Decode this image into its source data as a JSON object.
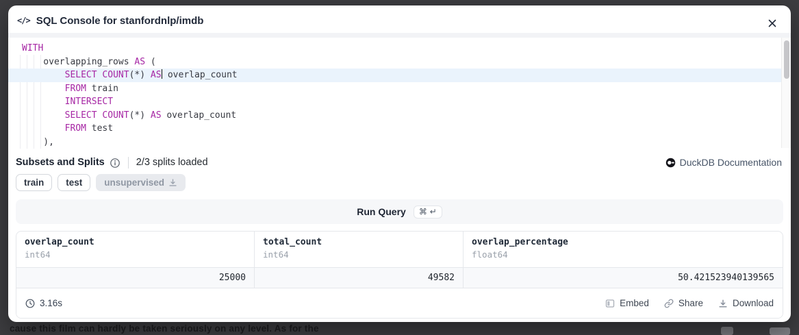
{
  "backdrop": {
    "peek_text": "cause this film can hardly be taken seriously on any level. As for the"
  },
  "header": {
    "code_icon": "</>",
    "title": "SQL Console for stanfordnlp/imdb"
  },
  "editor": {
    "lines": [
      {
        "s": [
          {
            "c": "kw",
            "v": "WITH"
          }
        ]
      },
      {
        "s": [
          {
            "c": "tx",
            "v": "    overlapping_rows "
          },
          {
            "c": "kw",
            "v": "AS"
          },
          {
            "c": "tx",
            "v": " ("
          }
        ]
      },
      {
        "s": [
          {
            "c": "tx",
            "v": "        "
          },
          {
            "c": "kw",
            "v": "SELECT"
          },
          {
            "c": "tx",
            "v": " "
          },
          {
            "c": "kw",
            "v": "COUNT"
          },
          {
            "c": "tx",
            "v": "(*) "
          },
          {
            "c": "kw",
            "v": "AS"
          },
          {
            "c": "tx",
            "v": " overlap_count"
          }
        ]
      },
      {
        "s": [
          {
            "c": "tx",
            "v": "        "
          },
          {
            "c": "kw",
            "v": "FROM"
          },
          {
            "c": "tx",
            "v": " train"
          }
        ]
      },
      {
        "s": [
          {
            "c": "tx",
            "v": "        "
          },
          {
            "c": "kw",
            "v": "INTERSECT"
          }
        ]
      },
      {
        "s": [
          {
            "c": "tx",
            "v": "        "
          },
          {
            "c": "kw",
            "v": "SELECT"
          },
          {
            "c": "tx",
            "v": " "
          },
          {
            "c": "kw",
            "v": "COUNT"
          },
          {
            "c": "tx",
            "v": "(*) "
          },
          {
            "c": "kw",
            "v": "AS"
          },
          {
            "c": "tx",
            "v": " overlap_count"
          }
        ]
      },
      {
        "s": [
          {
            "c": "tx",
            "v": "        "
          },
          {
            "c": "kw",
            "v": "FROM"
          },
          {
            "c": "tx",
            "v": " test"
          }
        ]
      },
      {
        "s": [
          {
            "c": "tx",
            "v": "    ),"
          }
        ]
      }
    ]
  },
  "splits_bar": {
    "title": "Subsets and Splits",
    "status": "2/3 splits loaded",
    "doc_label": "DuckDB Documentation"
  },
  "splits": {
    "items": [
      {
        "label": "train",
        "state": "loaded"
      },
      {
        "label": "test",
        "state": "loaded"
      },
      {
        "label": "unsupervised",
        "state": "not-loaded"
      }
    ]
  },
  "run_query": {
    "label": "Run Query",
    "shortcut": "⌘ ↵"
  },
  "results": {
    "columns": [
      {
        "name": "overlap_count",
        "type": "int64"
      },
      {
        "name": "total_count",
        "type": "int64"
      },
      {
        "name": "overlap_percentage",
        "type": "float64"
      }
    ],
    "rows": [
      [
        "25000",
        "49582",
        "50.421523940139565"
      ]
    ]
  },
  "footer": {
    "duration": "3.16s",
    "embed_label": "Embed",
    "share_label": "Share",
    "download_label": "Download"
  },
  "colors": {
    "keyword": "#a626a4",
    "active_line": "#eaf3fc",
    "backdrop": "#3d3d40"
  }
}
